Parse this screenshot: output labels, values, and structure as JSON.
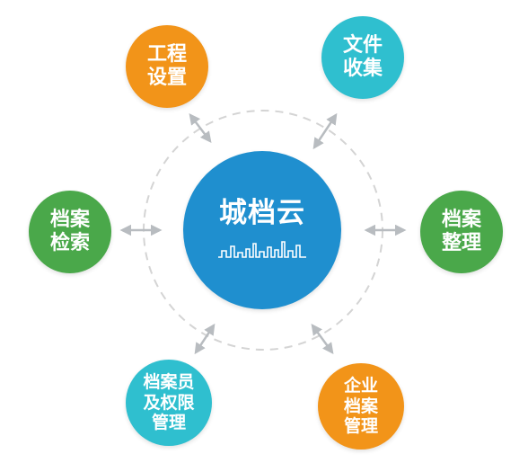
{
  "center": {
    "title": "城档云"
  },
  "nodes": {
    "top_left": {
      "lines": [
        "工程",
        "设置"
      ]
    },
    "top_right": {
      "lines": [
        "文件",
        "收集"
      ]
    },
    "left": {
      "lines": [
        "档案",
        "检索"
      ]
    },
    "right": {
      "lines": [
        "档案",
        "整理"
      ]
    },
    "bottom_left": {
      "lines": [
        "档案员",
        "及权限",
        "管理"
      ]
    },
    "bottom_right": {
      "lines": [
        "企业",
        "档案",
        "管理"
      ]
    }
  },
  "colors": {
    "center": "#1f8fcf",
    "orange": "#f29419",
    "teal": "#2fbfcf",
    "green": "#4aa84a",
    "ring": "#d4d4d4",
    "arrow": "#b8bcc0"
  }
}
